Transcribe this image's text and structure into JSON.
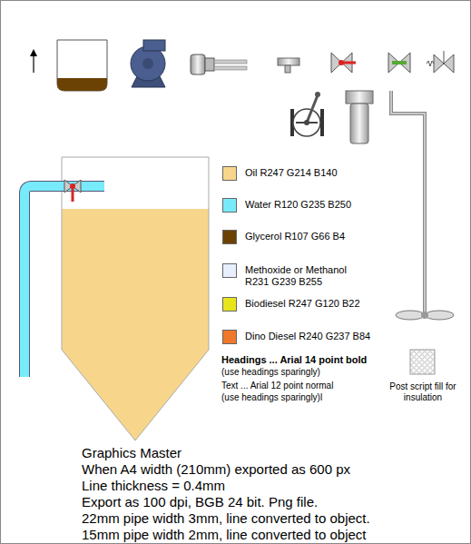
{
  "diagram": {
    "title": "Graphics Master",
    "labels": [
      "Headings ... Arial 14 point bold",
      "(use headings sparingly)",
      "Text ... Arial 12 point normal",
      "(use headings sparingly)l",
      "Post script fill for insulation",
      "When A4 width (210mm) exported as 600 px",
      "Line thickness = 0.4mm",
      "Export as 100 dpi, BGB 24 bit. Png file.",
      "22mm pipe width 3mm, line converted to object.",
      "15mm pipe width 2mm, line converted to object"
    ],
    "legend": [
      {
        "text": "Oil R247 G214 B140",
        "color": "#f7d68c"
      },
      {
        "text": "Water R120 G235 B250",
        "color": "#78ebfa"
      },
      {
        "text": "Glycerol R107 G66 B4",
        "color": "#6b4204"
      },
      {
        "text": "Methoxide or Methanol R231 G239 B255",
        "color": "#e7efff"
      },
      {
        "text": "Biodiesel R247 G120 B22",
        "color": "#e8e41c"
      },
      {
        "text": "Dino Diesel R240 G237 B84",
        "color": "#f0782a"
      }
    ]
  }
}
